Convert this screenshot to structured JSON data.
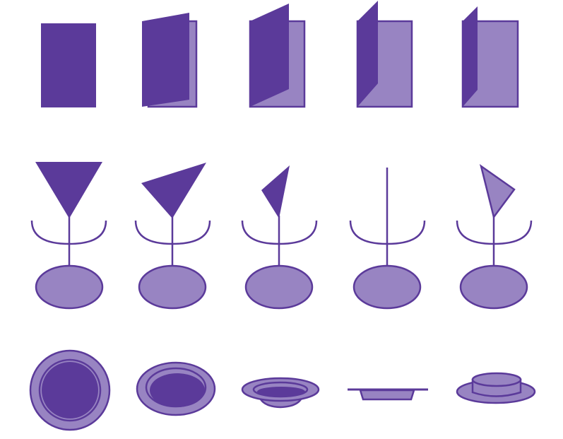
{
  "colors": {
    "dark": "#5b3a9a",
    "light": "#9884c2",
    "stroke": "#5b3a9a",
    "background": "#ffffff"
  },
  "rows": [
    {
      "name": "card-rotation-sequence",
      "frames": 5
    },
    {
      "name": "pin-rotation-sequence",
      "frames": 5
    },
    {
      "name": "plate-tilt-sequence",
      "frames": 5
    }
  ]
}
